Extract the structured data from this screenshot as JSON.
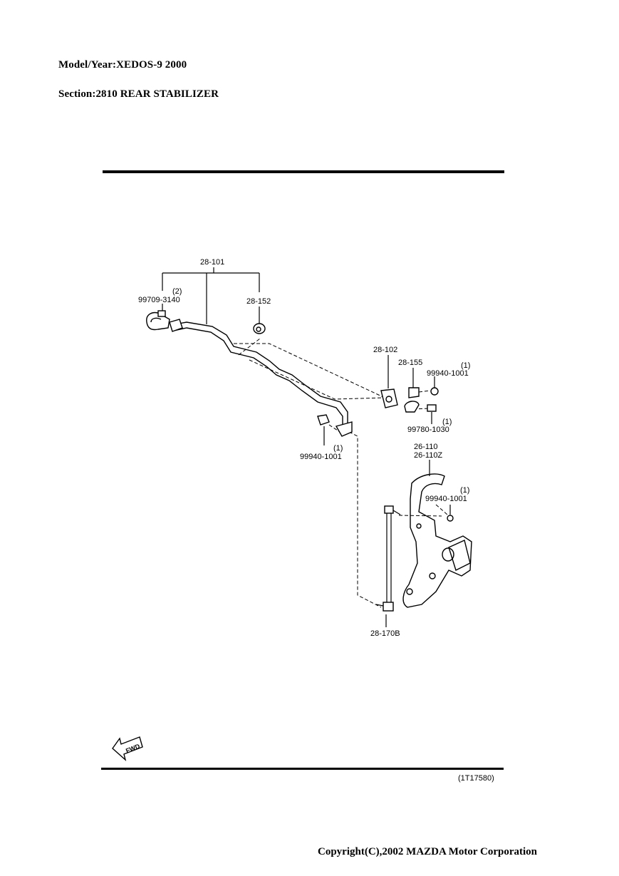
{
  "header": {
    "model_year": "Model/Year:XEDOS-9 2000",
    "section": "Section:2810  REAR STABILIZER"
  },
  "diagram": {
    "labels": {
      "p28_101": "28-101",
      "p99709_3140": "99709-3140",
      "q2": "(2)",
      "p28_152": "28-152",
      "p28_102": "28-102",
      "p28_155": "28-155",
      "p99940_1001_a": "99940-1001",
      "q1_a": "(1)",
      "p99780_1030": "99780-1030",
      "q1_b": "(1)",
      "p99940_1001_b": "99940-1001",
      "q1_c": "(1)",
      "p26_110": "26-110",
      "p26_110z": "26-110Z",
      "p99940_1001_c": "99940-1001",
      "q1_d": "(1)",
      "p28_170b": "28-170B"
    },
    "fwd": "FWD",
    "figure_id": "(1T17580)"
  },
  "footer": {
    "copyright": "Copyright(C),2002 MAZDA Motor Corporation"
  }
}
